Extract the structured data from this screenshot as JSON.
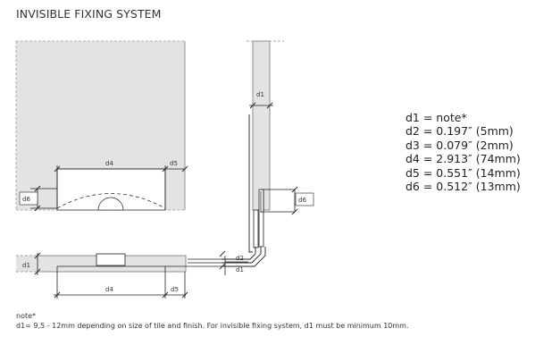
{
  "title": "INVISIBLE FIXING SYSTEM",
  "labels": {
    "d1": "d1",
    "d2": "d2",
    "d4": "d4",
    "d5": "d5",
    "d6": "d6"
  },
  "dimensions": [
    "d1 = note*",
    "d2 = 0.197″ (5mm)",
    "d3 = 0.079″ (2mm)",
    "d4 = 2.913″ (74mm)",
    "d5 = 0.551″ (14mm)",
    "d6 = 0.512″ (13mm)"
  ],
  "note": {
    "heading": "note*",
    "text": "d1= 9,5 - 12mm depending on size of tile and finish. For invisible fixing system, d1 must be minimum 10mm."
  }
}
